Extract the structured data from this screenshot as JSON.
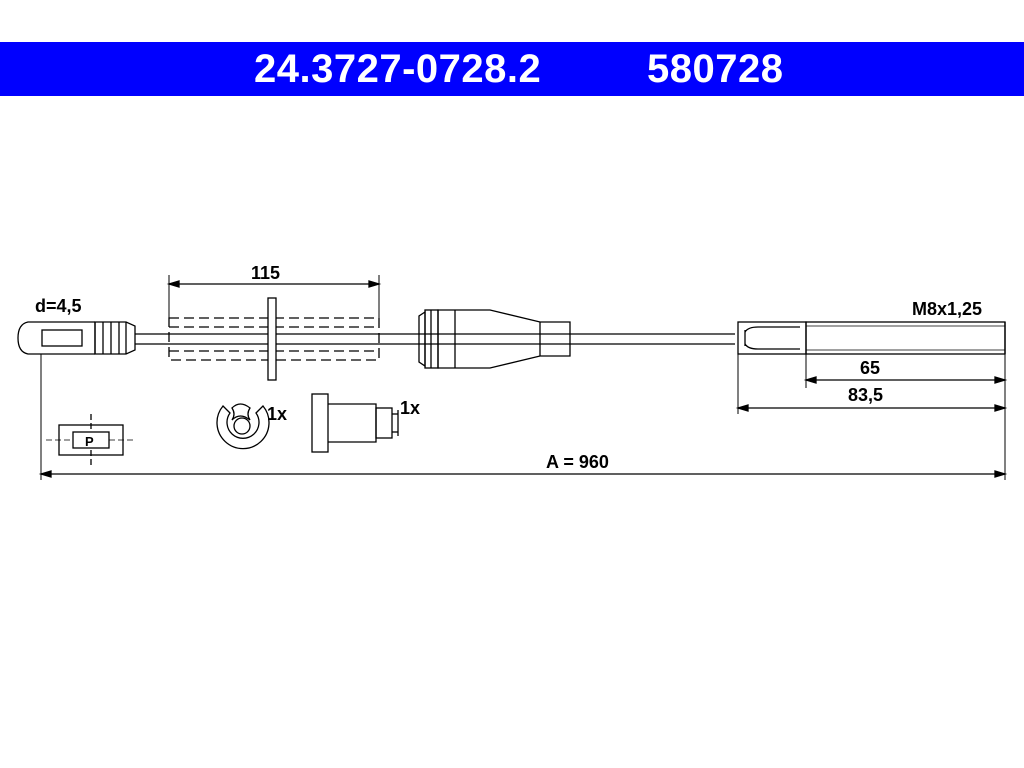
{
  "header": {
    "part_number": "24.3727-0728.2",
    "ref_number": "580728"
  },
  "labels": {
    "diameter": "d=4,5",
    "length_115": "115",
    "thread": "M8x1,25",
    "length_65": "65",
    "length_83_5": "83,5",
    "total_length": "A = 960",
    "clip_qty": "1x",
    "bushing_qty": "1x",
    "parking_symbol": "P"
  },
  "colors": {
    "header_bg": "#0000ff",
    "header_text": "#ffffff",
    "line": "#000000"
  }
}
